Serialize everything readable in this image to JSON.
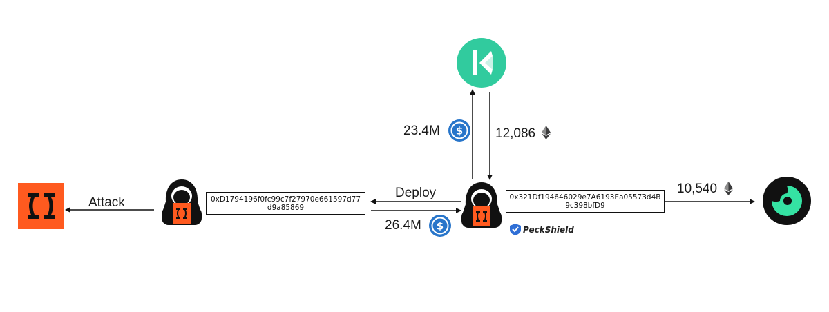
{
  "labels": {
    "attack": "Attack",
    "deploy": "Deploy",
    "usdc_in": "23.4M",
    "eth_out": "12,086",
    "usdc_out": "26.4M",
    "eth_final": "10,540"
  },
  "addresses": {
    "attack_contract": "0xD1794196f0fc99c7f27970e661597d77d9a85869",
    "attacker_wallet": "0x321Df194646029e7A6193Ea05573d4B9c398bfD9"
  },
  "watermark": "PeckShield",
  "icons": [
    "victim-protocol-logo-icon",
    "hacker-icon",
    "kyberswap-logo-icon",
    "usdc-icon",
    "eth-icon",
    "tornado-cash-logo-icon",
    "peckshield-logo-icon"
  ],
  "colors": {
    "orange": "#ff5a1f",
    "kyber": "#31cb9e",
    "usdc": "#2775ca",
    "dark": "#111111"
  }
}
